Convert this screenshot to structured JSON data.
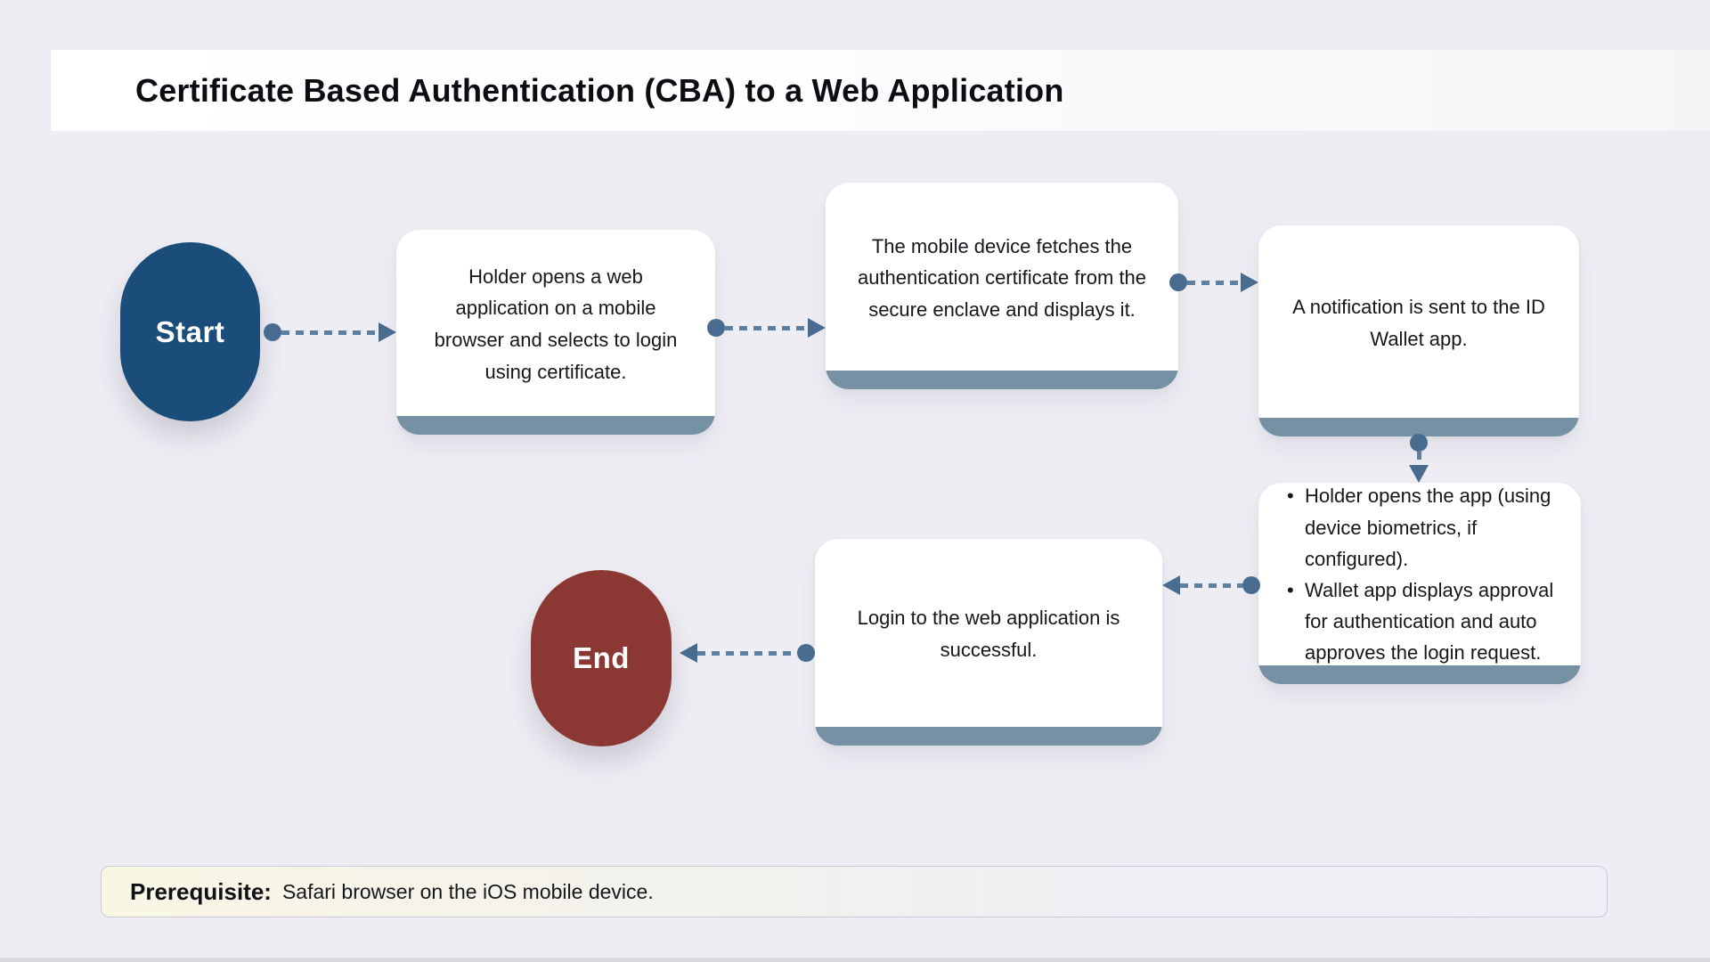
{
  "header": {
    "title": "Certificate Based Authentication (CBA) to a Web Application"
  },
  "nodes": {
    "start": {
      "label": "Start"
    },
    "step1": {
      "text": "Holder opens a web application on a mobile browser and selects to login using certificate."
    },
    "step2": {
      "text": "The mobile device fetches the authentication certificate from the secure enclave and displays it."
    },
    "step3": {
      "text": "A notification is sent to the ID Wallet app."
    },
    "step4": {
      "bullets": [
        "Holder opens the app (using device biometrics, if configured).",
        "Wallet app displays approval for authentication and auto approves the login request."
      ]
    },
    "step5": {
      "text": "Login to the web application is successful."
    },
    "end": {
      "label": "End"
    }
  },
  "prerequisite": {
    "label": "Prerequisite:",
    "text": "Safari browser on the iOS mobile device."
  },
  "colors": {
    "background": "#eeedf3",
    "start": "#1b4d7a",
    "end": "#8b3835",
    "strip": "#7791a4",
    "arrow": "#5d80a0",
    "arrow-dark": "#486c90"
  }
}
